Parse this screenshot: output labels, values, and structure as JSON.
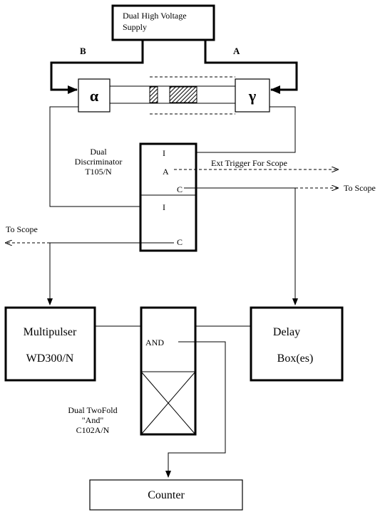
{
  "hv_supply": {
    "line1": "Dual High Voltage",
    "line2": "Supply"
  },
  "channels": {
    "b": "B",
    "a": "A"
  },
  "detectors": {
    "alpha": "α",
    "gamma": "γ"
  },
  "discriminator": {
    "title": [
      "Dual",
      "Discriminator",
      "T105/N"
    ],
    "port_i_top": "I",
    "port_a": "A",
    "port_c_top": "C",
    "port_i_bottom": "I",
    "port_c_bottom": "C"
  },
  "ext_trigger": "Ext Trigger For Scope",
  "to_scope_right": "To Scope",
  "to_scope_left": "To Scope",
  "multipulser": {
    "line1": "Multipulser",
    "line2": "WD300/N"
  },
  "delay_box": {
    "line1": "Delay",
    "line2": "Box(es)"
  },
  "and_unit": {
    "port_and": "AND",
    "title": [
      "Dual TwoFold",
      "\"And\"",
      "C102A/N"
    ]
  },
  "counter": "Counter"
}
